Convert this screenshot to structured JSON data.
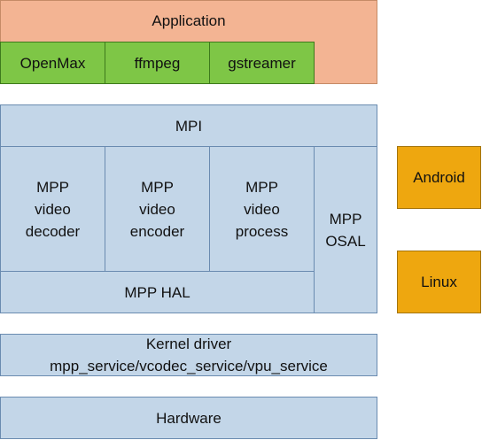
{
  "application": {
    "label": "Application"
  },
  "codecs": [
    {
      "label": "OpenMax"
    },
    {
      "label": "ffmpeg"
    },
    {
      "label": "gstreamer"
    }
  ],
  "mpi": {
    "label": "MPI"
  },
  "modules": [
    {
      "lines": [
        "MPP",
        "video",
        "decoder"
      ]
    },
    {
      "lines": [
        "MPP",
        "video",
        "encoder"
      ]
    },
    {
      "lines": [
        "MPP",
        "video",
        "process"
      ]
    }
  ],
  "osal": {
    "lines": [
      "MPP",
      "OSAL"
    ]
  },
  "hal": {
    "label": "MPP HAL"
  },
  "platforms": [
    {
      "label": "Android"
    },
    {
      "label": "Linux"
    }
  ],
  "kernel": {
    "lines": [
      "Kernel driver",
      "mpp_service/vcodec_service/vpu_service"
    ]
  },
  "hardware": {
    "label": "Hardware"
  },
  "colors": {
    "application": "#f3b493",
    "codec": "#7ec646",
    "layer": "#c3d6e8",
    "platform": "#eea70f"
  }
}
